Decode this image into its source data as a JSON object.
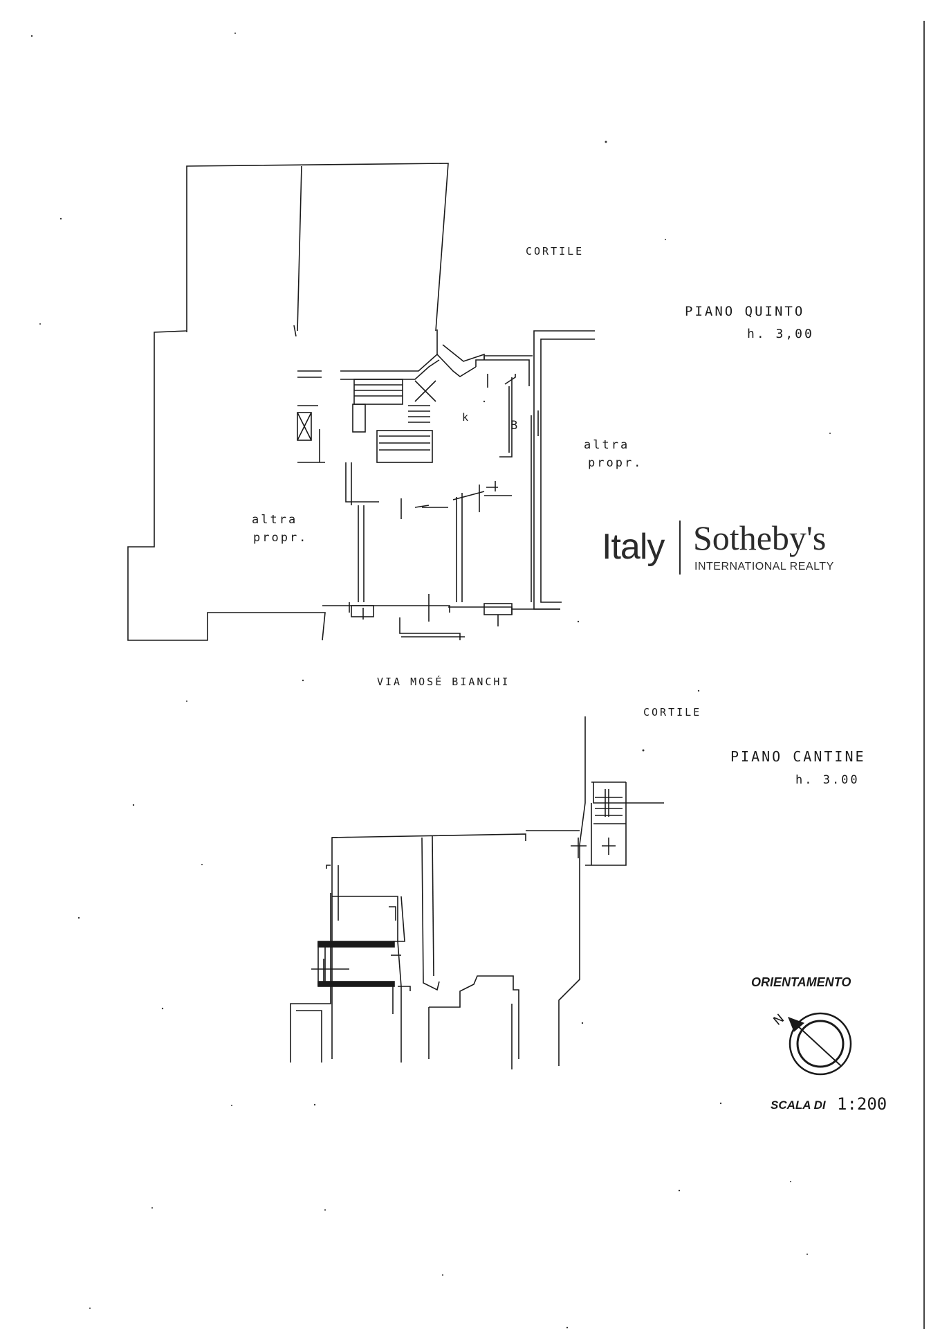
{
  "upper_plan": {
    "courtyard_label": "CORTILE",
    "floor_name": "PIANO QUINTO",
    "floor_height": "h. 3,00",
    "other_property_right": [
      "altra",
      "propr."
    ],
    "other_property_left": [
      "altra",
      "propr."
    ],
    "room_k": "k",
    "room_b": "B",
    "street_label": "VIA MOSÉ BIANCHI"
  },
  "lower_plan": {
    "courtyard_label": "CORTILE",
    "floor_name": "PIANO CANTINE",
    "floor_height": "h. 3.00"
  },
  "logo": {
    "country": "Italy",
    "brand": "Sotheby's",
    "tagline": "INTERNATIONAL REALTY"
  },
  "orientation": {
    "label": "ORIENTAMENTO",
    "north_letter": "N"
  },
  "scale": {
    "prefix": "SCALA DI",
    "ratio": "1:200"
  }
}
